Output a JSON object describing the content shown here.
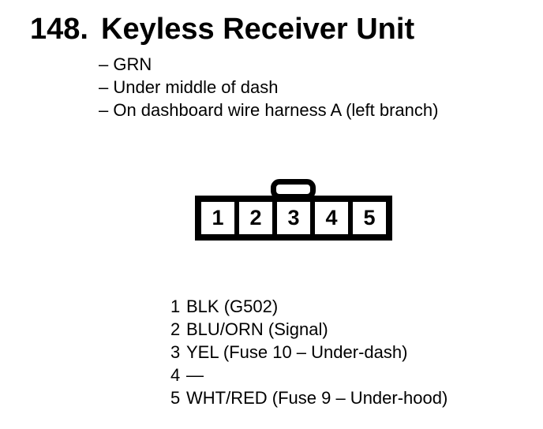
{
  "page": {
    "background": "#ffffff",
    "text_color": "#000000"
  },
  "header": {
    "number": "148.",
    "title": "Keyless Receiver Unit"
  },
  "details": [
    "– GRN",
    "– Under middle of dash",
    "– On dashboard wire harness A (left branch)"
  ],
  "connector": {
    "pins": [
      "1",
      "2",
      "3",
      "4",
      "5"
    ]
  },
  "pinout": [
    {
      "pin": "1",
      "description": "BLK (G502)"
    },
    {
      "pin": "2",
      "description": "BLU/ORN (Signal)"
    },
    {
      "pin": "3",
      "description": "YEL (Fuse 10 – Under-dash)"
    },
    {
      "pin": "4",
      "description": "—"
    },
    {
      "pin": "5",
      "description": "WHT/RED (Fuse 9 – Under-hood)"
    }
  ]
}
